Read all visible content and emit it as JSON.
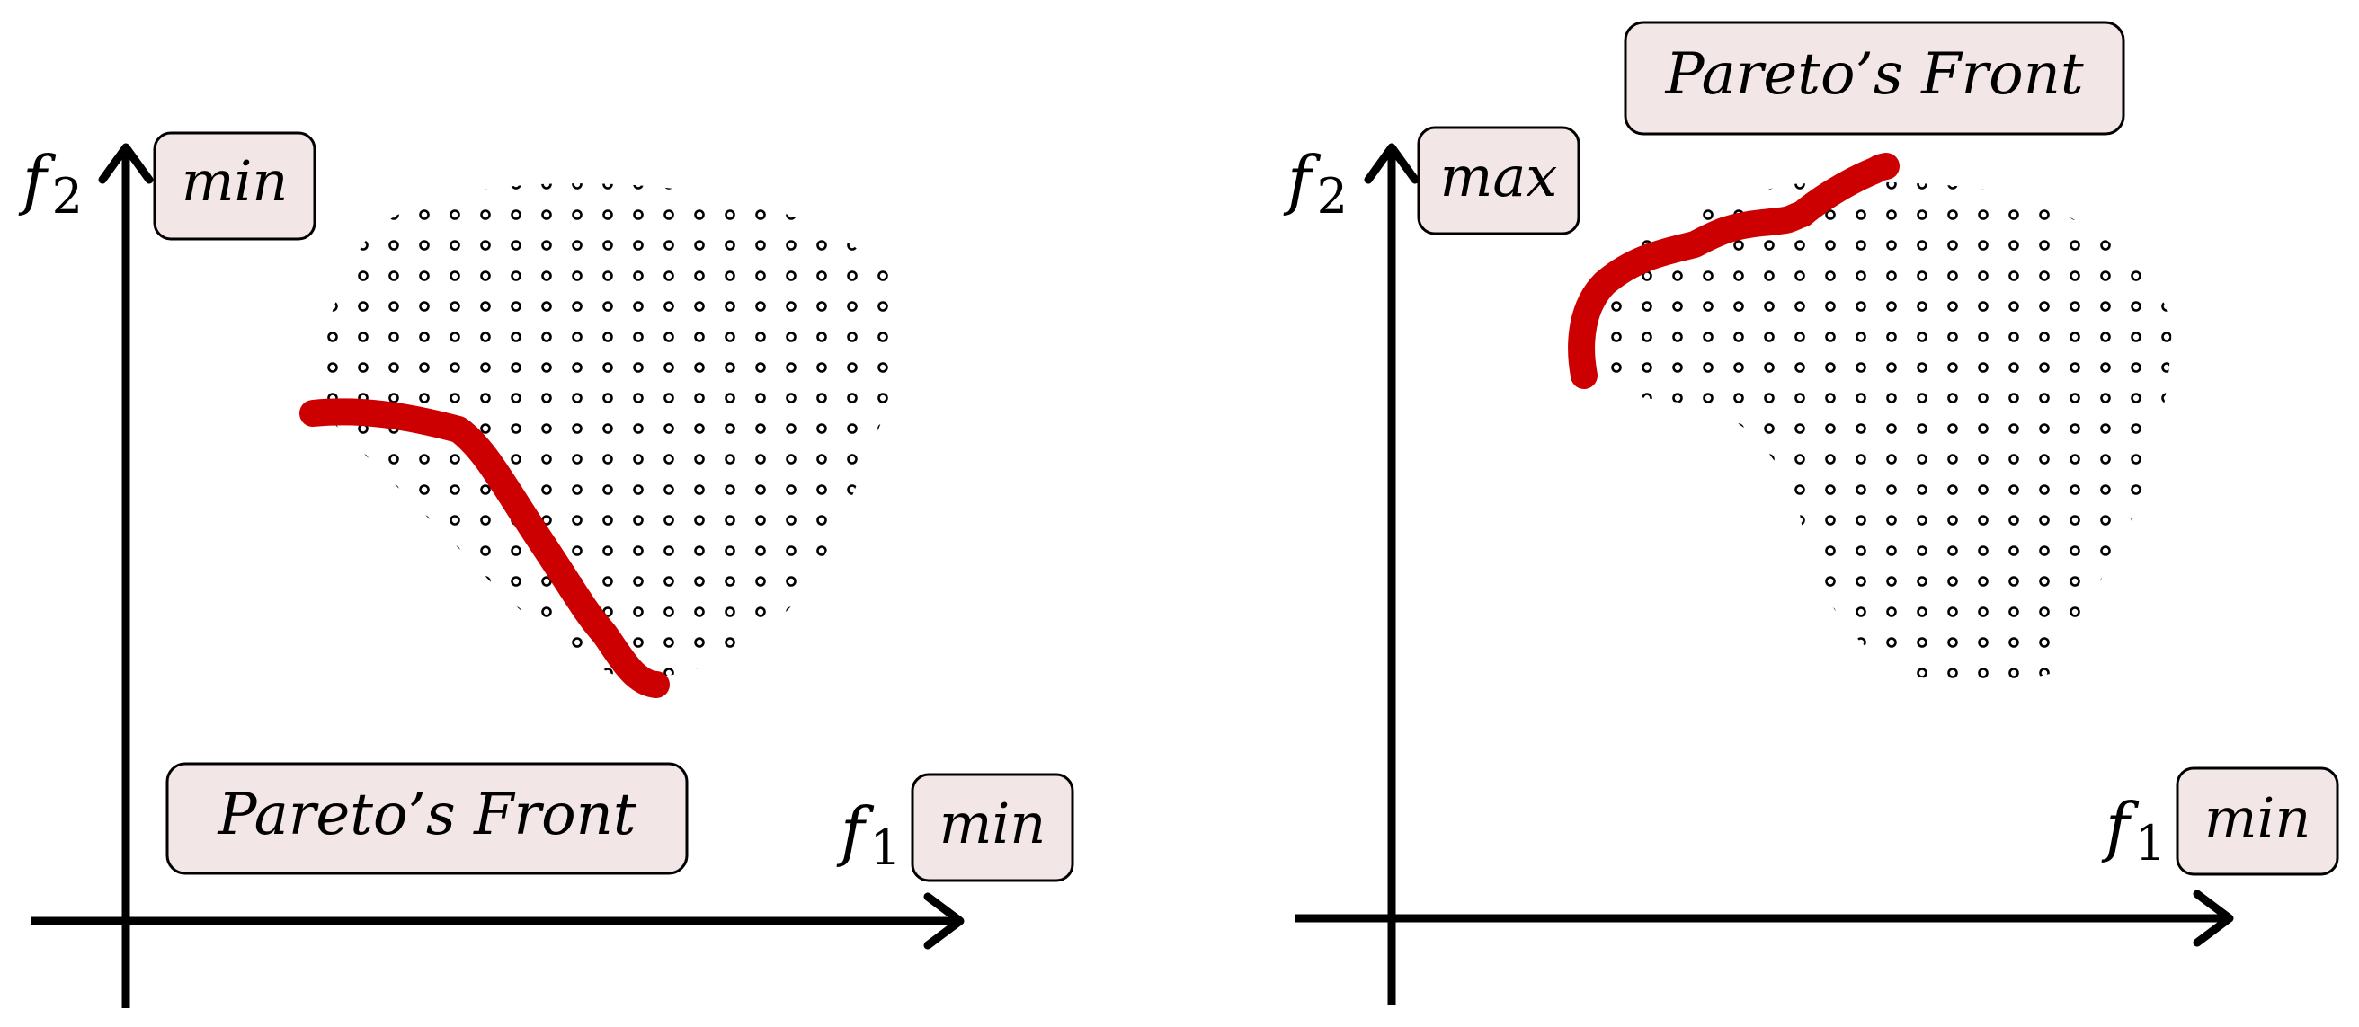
{
  "colors": {
    "front": "#cc0000",
    "box_fill": "#f3e6e6",
    "ink": "#000000"
  },
  "panels": [
    {
      "f1_axis": "f",
      "f1_sub": "1",
      "f1_goal": "min",
      "f2_axis": "f",
      "f2_sub": "2",
      "f2_goal": "min",
      "front_label": "Pareto’s Front"
    },
    {
      "f1_axis": "f",
      "f1_sub": "1",
      "f1_goal": "min",
      "f2_axis": "f",
      "f2_sub": "2",
      "f2_goal": "max",
      "front_label": "Pareto’s Front"
    }
  ]
}
